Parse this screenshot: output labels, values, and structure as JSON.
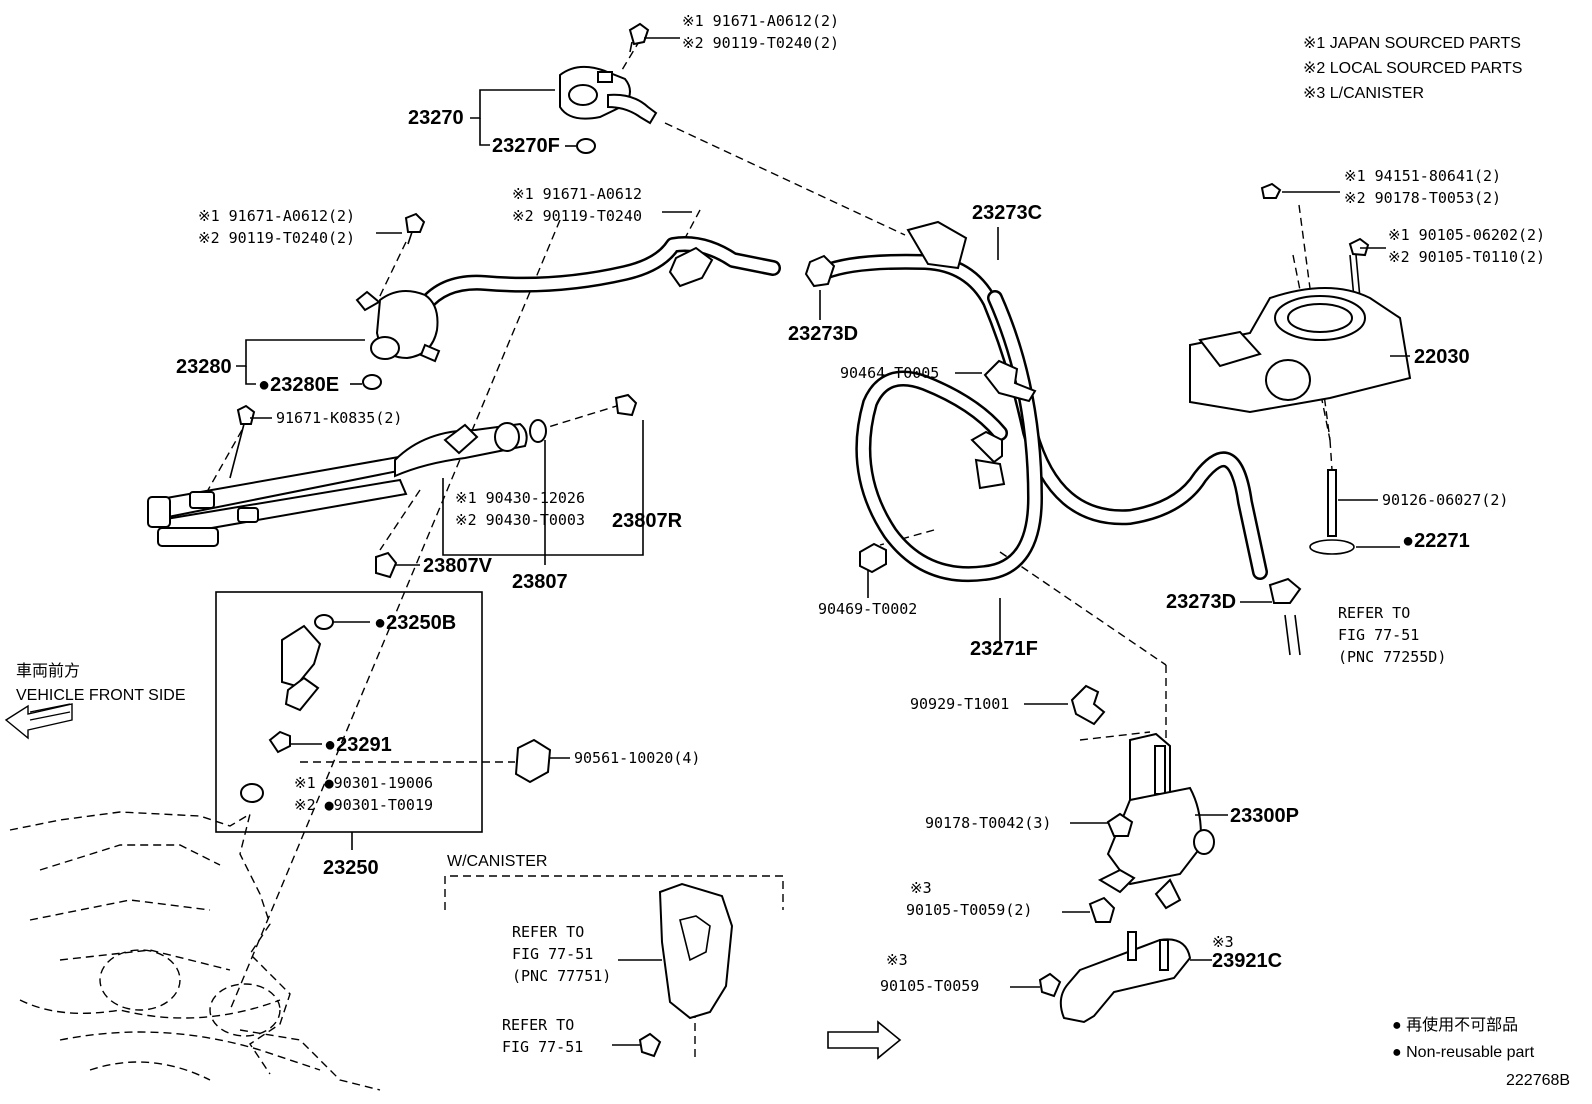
{
  "legend": {
    "line1": "※1 JAPAN SOURCED PARTS",
    "line2": "※2 LOCAL SOURCED PARTS",
    "line3": "※3 L/CANISTER"
  },
  "parts": {
    "p23270": "23270",
    "p23270F": "23270F",
    "p23270_bolt_1": "※1 91671-A0612(2)",
    "p23270_bolt_2": "※2 90119-T0240(2)",
    "p_bolt_mid_1": "※1 91671-A0612",
    "p_bolt_mid_2": "※2 90119-T0240",
    "p23280_bolt_1": "※1 91671-A0612(2)",
    "p23280_bolt_2": "※2 90119-T0240(2)",
    "p23280": "23280",
    "p23280E": "●23280E",
    "p91671K": "91671-K0835(2)",
    "p90430_1": "※1 90430-12026",
    "p90430_2": "※2 90430-T0003",
    "p23807R": "23807R",
    "p23807V": "23807V",
    "p23807": "23807",
    "p23250B": "●23250B",
    "p23291": "●23291",
    "p90301_1": "※1 ●90301-19006",
    "p90301_2": "※2 ●90301-T0019",
    "p90561": "90561-10020(4)",
    "p23250": "23250",
    "p23273C": "23273C",
    "p23273D_top": "23273D",
    "p90464": "90464-T0005",
    "p90469": "90469-T0002",
    "p23271F": "23271F",
    "p23273D_right": "23273D",
    "p94151_1": "※1 94151-80641(2)",
    "p94151_2": "※2 90178-T0053(2)",
    "p90105_1": "※1 90105-06202(2)",
    "p90105_2": "※2 90105-T0110(2)",
    "p22030": "22030",
    "p90126": "90126-06027(2)",
    "p22271": "●22271",
    "p90929": "90929-T1001",
    "p23300P": "23300P",
    "p90178": "90178-T0042(3)",
    "p90105_T0059_2_mark": "※3",
    "p90105_T0059_2": "90105-T0059(2)",
    "p90105_T0059_mark": "※3",
    "p90105_T0059": "90105-T0059",
    "p23921C_mark": "※3",
    "p23921C": "23921C"
  },
  "refs": {
    "ref_right_1": "REFER TO",
    "ref_right_2": "FIG 77-51",
    "ref_right_3": "(PNC 77255D)",
    "ref_canister_1": "REFER TO",
    "ref_canister_2": "FIG 77-51",
    "ref_canister_3": "(PNC 77751)",
    "ref_bolt_1": "REFER TO",
    "ref_bolt_2": "FIG 77-51",
    "w_canister": "W/CANISTER"
  },
  "front": {
    "jp": "車両前方",
    "en": "VEHICLE FRONT SIDE"
  },
  "footer": {
    "jp_nonreusable": "● 再使用不可部品",
    "en_nonreusable": "● Non-reusable part",
    "figure_id": "222768B"
  }
}
